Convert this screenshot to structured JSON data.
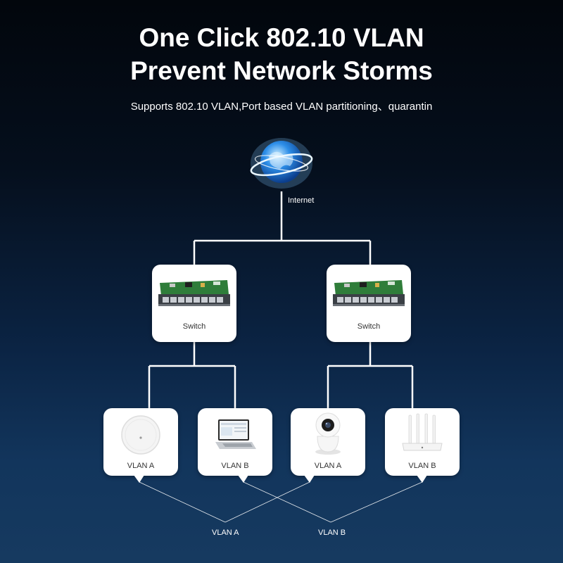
{
  "header": {
    "title_line1": "One Click 802.10 VLAN",
    "title_line2": "Prevent Network Storms",
    "subtitle": "Supports 802.10 VLAN,Port based VLAN partitioning、quarantin"
  },
  "internet": {
    "label": "Internet",
    "icon": "globe-icon"
  },
  "switches": [
    {
      "label": "Switch",
      "icon": "network-switch-icon"
    },
    {
      "label": "Switch",
      "icon": "network-switch-icon"
    }
  ],
  "devices": [
    {
      "label": "VLAN A",
      "icon": "ceiling-access-point-icon"
    },
    {
      "label": "VLAN B",
      "icon": "laptop-icon"
    },
    {
      "label": "VLAN A",
      "icon": "security-camera-icon"
    },
    {
      "label": "VLAN B",
      "icon": "wireless-router-icon"
    }
  ],
  "groups": [
    {
      "label": "VLAN A"
    },
    {
      "label": "VLAN B"
    }
  ],
  "colors": {
    "background_top": "#02060c",
    "background_bottom": "#163a60",
    "line": "#ffffff",
    "card": "#ffffff",
    "pcb_green": "#2f7d3a"
  }
}
